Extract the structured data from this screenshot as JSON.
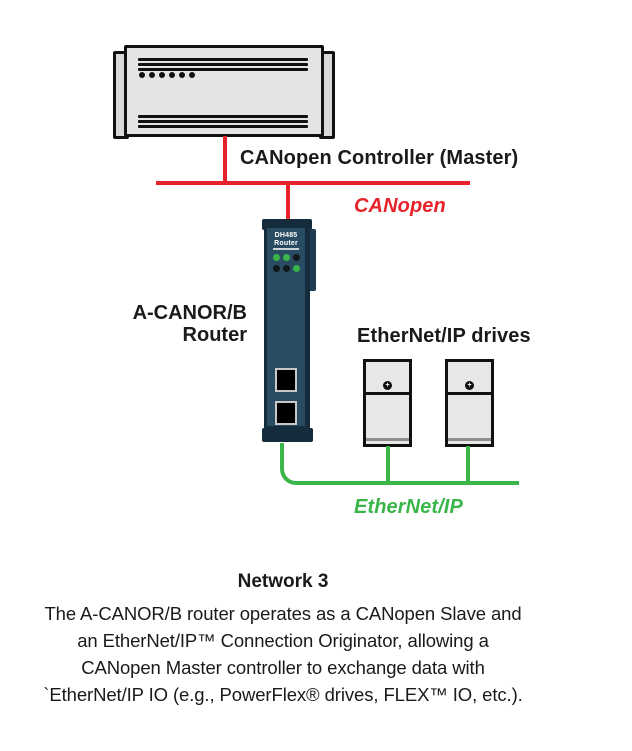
{
  "colors": {
    "red": "#e8222b",
    "green": "#3ab54a",
    "navy": "#2a4c62",
    "navy_dark": "#152c3d",
    "gray_device": "#e4e4e4",
    "led_off": "#10181c"
  },
  "labels": {
    "controller": "CANopen Controller (Master)",
    "canopen_bus": "CANopen",
    "router_line1": "A-CANOR/B",
    "router_line2": "Router",
    "drives": "EtherNet/IP drives",
    "ethernet_bus": "EtherNet/IP"
  },
  "router_device": {
    "title_line1": "DH485",
    "title_line2": "Router",
    "leds": [
      "on",
      "on",
      "off",
      "off",
      "off",
      "on"
    ]
  },
  "icons": {
    "drive_knob_icon": "+"
  },
  "caption": {
    "title": "Network 3",
    "lines": [
      "The A-CANOR/B router operates as a CANopen Slave and",
      "an EtherNet/IP™ Connection Originator, allowing a",
      "CANopen Master controller to exchange data with",
      "`EtherNet/IP IO (e.g., PowerFlex® drives, FLEX™ IO, etc.)."
    ]
  }
}
